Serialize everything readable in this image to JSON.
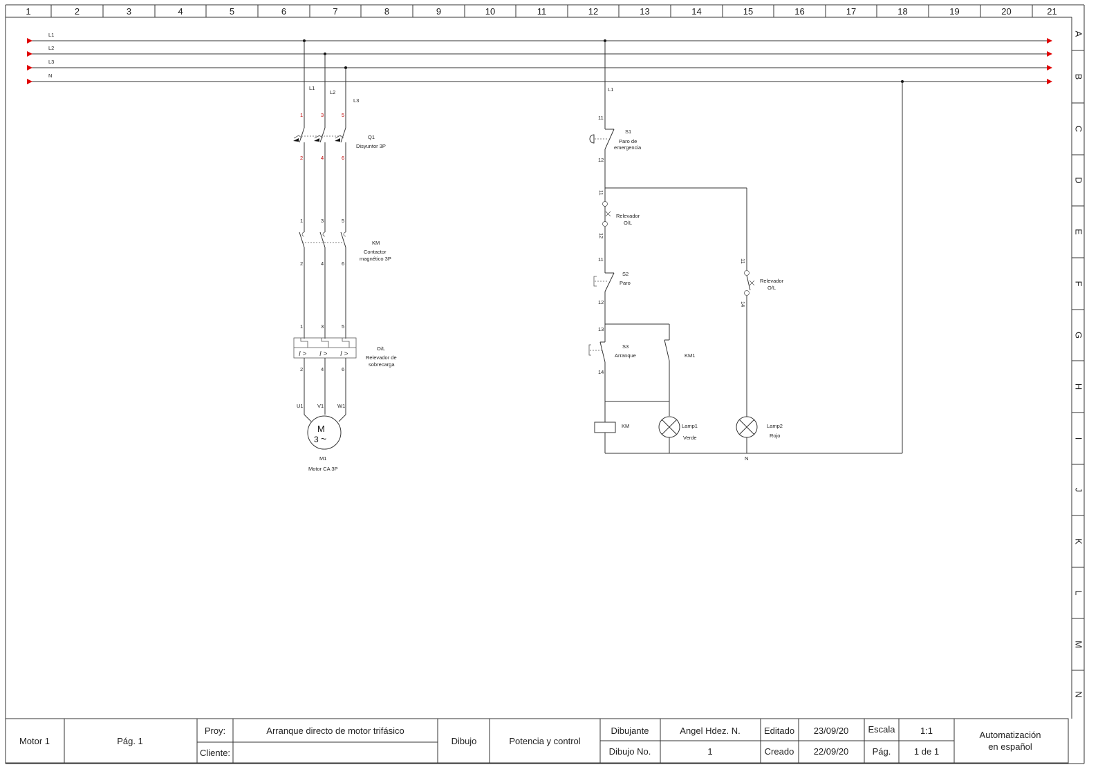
{
  "grid": {
    "columns": [
      "1",
      "2",
      "3",
      "4",
      "5",
      "6",
      "7",
      "8",
      "9",
      "10",
      "11",
      "12",
      "13",
      "14",
      "15",
      "16",
      "17",
      "18",
      "19",
      "20",
      "21"
    ],
    "rows": [
      "A",
      "B",
      "C",
      "D",
      "E",
      "F",
      "G",
      "H",
      "I",
      "J",
      "K",
      "L",
      "M",
      "N"
    ]
  },
  "buses": [
    {
      "label": "L1"
    },
    {
      "label": "L2"
    },
    {
      "label": "L3"
    },
    {
      "label": "N"
    }
  ],
  "arrow_color": "#e00000",
  "terminal_color": "#c00000",
  "power_circuit": {
    "phase_labels": [
      "L1",
      "L2",
      "L3"
    ],
    "breaker": {
      "tag": "Q1",
      "desc": "Disyuntor 3P",
      "top_terminals": [
        "1",
        "3",
        "5"
      ],
      "bottom_terminals": [
        "2",
        "4",
        "6"
      ]
    },
    "contactor": {
      "tag": "KM",
      "desc_line1": "Contactor",
      "desc_line2": "magnético 3P",
      "top_terminals": [
        "1",
        "3",
        "5"
      ],
      "bottom_terminals": [
        "2",
        "4",
        "6"
      ]
    },
    "overload": {
      "tag": "O/L",
      "desc_line1": "Relevador de",
      "desc_line2": "sobrecarga",
      "top_terminals": [
        "1",
        "3",
        "5"
      ],
      "bottom_terminals": [
        "2",
        "4",
        "6"
      ],
      "element_symbol": "I >"
    },
    "motor": {
      "tag": "M1",
      "desc": "Motor CA 3P",
      "terminals": [
        "U1",
        "V1",
        "W1"
      ],
      "symbol_top": "M",
      "symbol_bottom": "3",
      "ac_symbol": "~"
    }
  },
  "control_circuit": {
    "supply_label": "L1",
    "neutral_label": "N",
    "s1": {
      "tag": "S1",
      "desc_line1": "Paro de",
      "desc_line2": "emergencia",
      "t_top": "11",
      "t_bottom": "12"
    },
    "ol_contact_1": {
      "desc_line1": "Relevador",
      "desc_line2": "O/L",
      "t_top": "11",
      "t_bottom": "12"
    },
    "s2": {
      "tag": "S2",
      "desc": "Paro",
      "t_top": "11",
      "t_bottom": "12"
    },
    "s3": {
      "tag": "S3",
      "desc": "Arranque",
      "t_top": "13",
      "t_bottom": "14"
    },
    "km1": {
      "tag": "KM1"
    },
    "coil": {
      "tag": "KM"
    },
    "lamp1": {
      "tag": "Lamp1",
      "desc": "Verde"
    },
    "ol_contact_2": {
      "desc_line1": "Relevador",
      "desc_line2": "O/L",
      "t_top": "11",
      "t_bottom": "14"
    },
    "lamp2": {
      "tag": "Lamp2",
      "desc": "Rojo"
    }
  },
  "title_block": {
    "motor": "Motor 1",
    "page": "Pág. 1",
    "proy_label": "Proy:",
    "proy_value": "Arranque directo de motor trifásico",
    "cliente_label": "Cliente:",
    "cliente_value": "",
    "dibujo_label": "Dibujo",
    "dibujo_value": "Potencia y control",
    "dibujante_label": "Dibujante",
    "dibujante_value": "Angel Hdez. N.",
    "dibujo_no_label": "Dibujo No.",
    "dibujo_no_value": "1",
    "editado_label": "Editado",
    "editado_value": "23/09/20",
    "creado_label": "Creado",
    "creado_value": "22/09/20",
    "escala_label": "Escala",
    "escala_value": "1:1",
    "pag_label": "Pág.",
    "pag_value": "1 de 1",
    "brand_line1": "Automatización",
    "brand_line2": "en español"
  }
}
